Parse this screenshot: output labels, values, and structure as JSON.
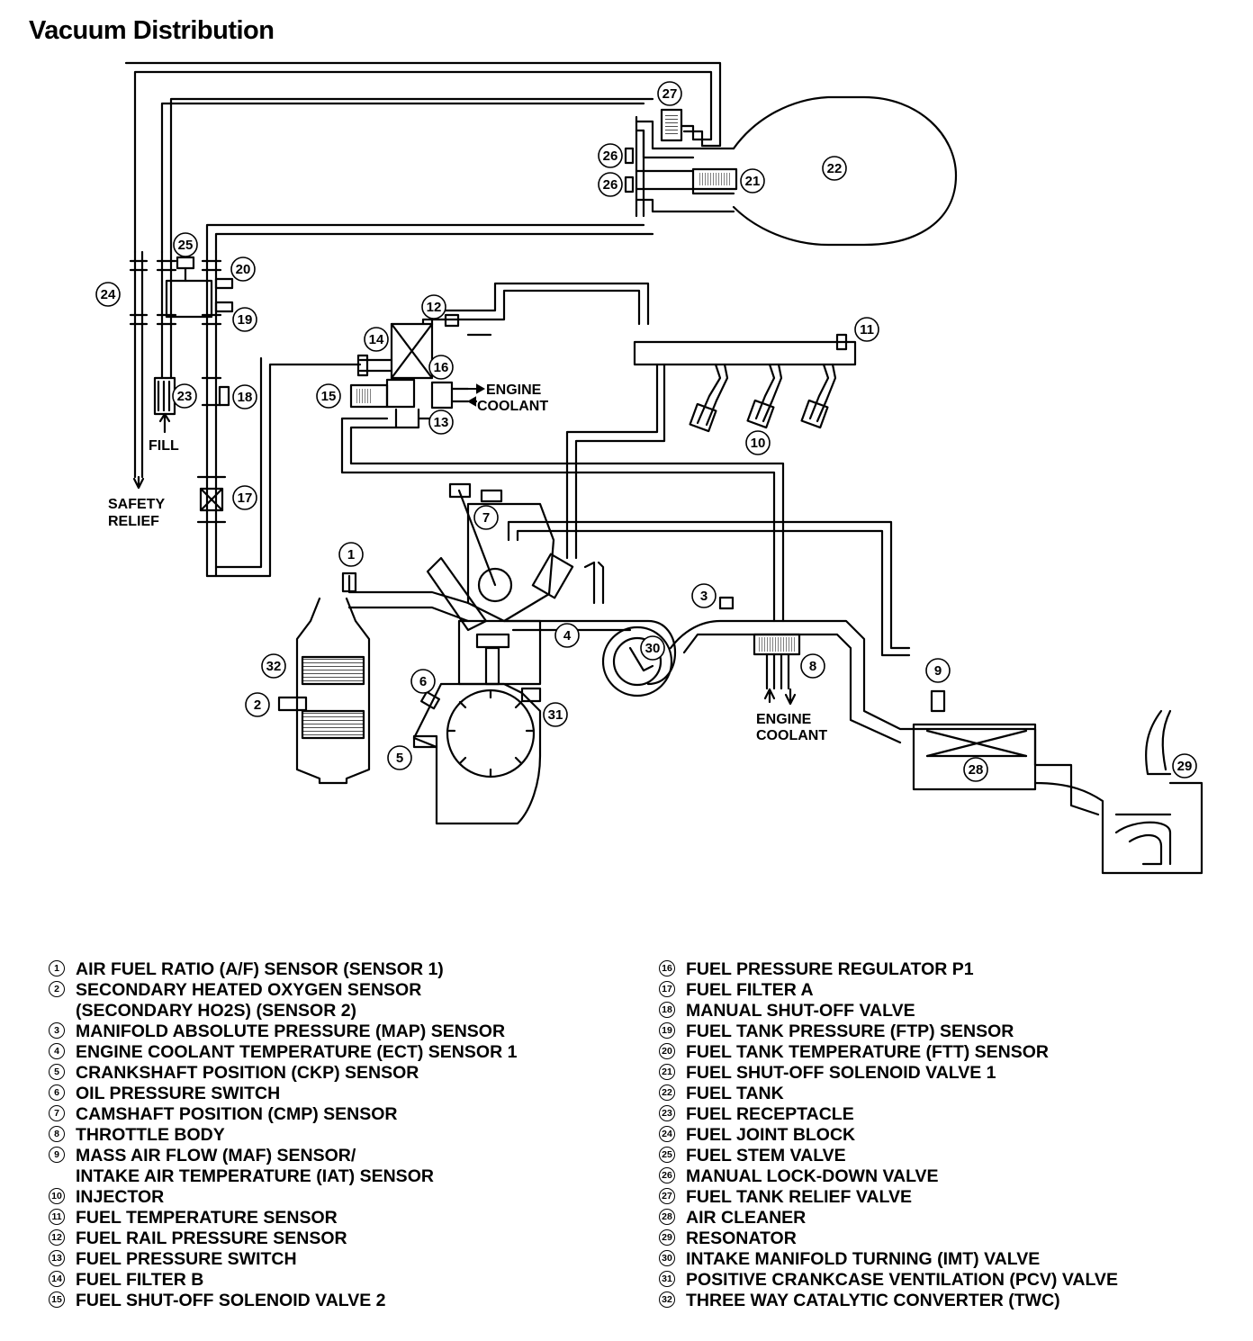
{
  "title": "Vacuum Distribution",
  "labels": {
    "engine_coolant_top_1": "ENGINE",
    "engine_coolant_top_2": "COOLANT",
    "engine_coolant_bottom_1": "ENGINE",
    "engine_coolant_bottom_2": "COOLANT",
    "fill": "FILL",
    "safety_relief_1": "SAFETY",
    "safety_relief_2": "RELIEF"
  },
  "legend": [
    {
      "num": "1",
      "lines": [
        "AIR FUEL RATIO (A/F) SENSOR (SENSOR 1)"
      ]
    },
    {
      "num": "2",
      "lines": [
        "SECONDARY HEATED OXYGEN SENSOR",
        "(SECONDARY HO2S) (SENSOR 2)"
      ]
    },
    {
      "num": "3",
      "lines": [
        "MANIFOLD ABSOLUTE PRESSURE (MAP) SENSOR"
      ]
    },
    {
      "num": "4",
      "lines": [
        "ENGINE COOLANT TEMPERATURE (ECT) SENSOR 1"
      ]
    },
    {
      "num": "5",
      "lines": [
        "CRANKSHAFT POSITION (CKP) SENSOR"
      ]
    },
    {
      "num": "6",
      "lines": [
        "OIL PRESSURE SWITCH"
      ]
    },
    {
      "num": "7",
      "lines": [
        "CAMSHAFT POSITION (CMP) SENSOR"
      ]
    },
    {
      "num": "8",
      "lines": [
        "THROTTLE BODY"
      ]
    },
    {
      "num": "9",
      "lines": [
        "MASS AIR FLOW (MAF) SENSOR/",
        "INTAKE AIR TEMPERATURE (IAT) SENSOR"
      ]
    },
    {
      "num": "10",
      "lines": [
        "INJECTOR"
      ]
    },
    {
      "num": "11",
      "lines": [
        "FUEL TEMPERATURE SENSOR"
      ]
    },
    {
      "num": "12",
      "lines": [
        "FUEL RAIL PRESSURE SENSOR"
      ]
    },
    {
      "num": "13",
      "lines": [
        "FUEL PRESSURE SWITCH"
      ]
    },
    {
      "num": "14",
      "lines": [
        "FUEL FILTER B"
      ]
    },
    {
      "num": "15",
      "lines": [
        "FUEL SHUT-OFF SOLENOID VALVE 2"
      ]
    },
    {
      "num": "16",
      "lines": [
        "FUEL PRESSURE REGULATOR P1"
      ]
    },
    {
      "num": "17",
      "lines": [
        "FUEL FILTER A"
      ]
    },
    {
      "num": "18",
      "lines": [
        "MANUAL SHUT-OFF VALVE"
      ]
    },
    {
      "num": "19",
      "lines": [
        "FUEL TANK PRESSURE (FTP) SENSOR"
      ]
    },
    {
      "num": "20",
      "lines": [
        "FUEL TANK TEMPERATURE (FTT) SENSOR"
      ]
    },
    {
      "num": "21",
      "lines": [
        "FUEL SHUT-OFF SOLENOID VALVE 1"
      ]
    },
    {
      "num": "22",
      "lines": [
        "FUEL TANK"
      ]
    },
    {
      "num": "23",
      "lines": [
        "FUEL RECEPTACLE"
      ]
    },
    {
      "num": "24",
      "lines": [
        "FUEL JOINT BLOCK"
      ]
    },
    {
      "num": "25",
      "lines": [
        "FUEL STEM VALVE"
      ]
    },
    {
      "num": "26",
      "lines": [
        "MANUAL LOCK-DOWN VALVE"
      ]
    },
    {
      "num": "27",
      "lines": [
        "FUEL TANK RELIEF VALVE"
      ]
    },
    {
      "num": "28",
      "lines": [
        "AIR CLEANER"
      ]
    },
    {
      "num": "29",
      "lines": [
        "RESONATOR"
      ]
    },
    {
      "num": "30",
      "lines": [
        "INTAKE MANIFOLD TURNING (IMT) VALVE"
      ]
    },
    {
      "num": "31",
      "lines": [
        "POSITIVE CRANKCASE VENTILATION (PCV) VALVE"
      ]
    },
    {
      "num": "32",
      "lines": [
        "THREE WAY CATALYTIC CONVERTER (TWC)"
      ]
    }
  ]
}
